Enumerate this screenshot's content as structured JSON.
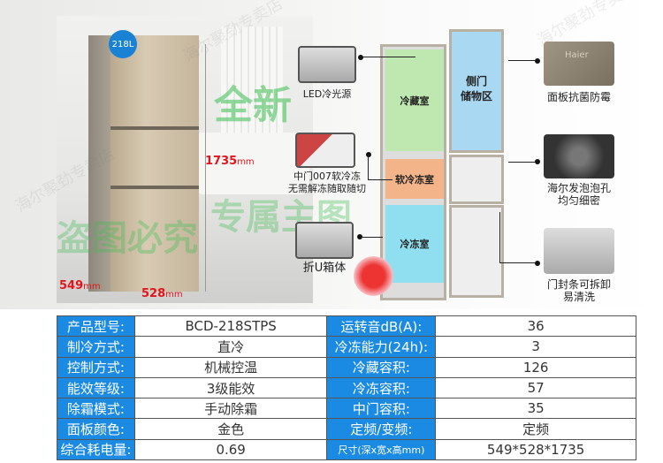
{
  "product": {
    "capacity_badge": "218L",
    "height": "1735",
    "height_unit": "mm",
    "depth": "549",
    "depth_unit": "mm",
    "width": "528",
    "width_unit": "mm"
  },
  "watermarks": {
    "store": "海尔聚劲专卖店",
    "green1": "全新",
    "green2": "专属主图",
    "green3": "盗图必究"
  },
  "features": {
    "led": "LED冷光源",
    "middle_door": [
      "中门007软冷冻",
      "无需解冻随取随切"
    ],
    "u_box": "折U箱体",
    "panel": "面板抗菌防霉",
    "foam": [
      "海尔发泡泡孔",
      "均匀细密"
    ],
    "seal": [
      "门封条可拆卸",
      "易清洗"
    ],
    "brand_logo": "Haier"
  },
  "zones": {
    "fridge": "冷藏室",
    "side_door": [
      "侧门",
      "储物区"
    ],
    "soft_freeze": "软冷冻室",
    "freezer": "冷冻室"
  },
  "specs": [
    {
      "l1": "产品型号:",
      "v1": "BCD-218STPS",
      "l2": "运转音dB(A):",
      "v2": "36"
    },
    {
      "l1": "制冷方式:",
      "v1": "直冷",
      "l2": "冷冻能力(24h):",
      "v2": "3"
    },
    {
      "l1": "控制方式:",
      "v1": "机械控温",
      "l2": "冷藏容积:",
      "v2": "126"
    },
    {
      "l1": "能效等级:",
      "v1": "3级能效",
      "l2": "冷冻容积:",
      "v2": "57"
    },
    {
      "l1": "除霜模式:",
      "v1": "手动除霜",
      "l2": "中门容积:",
      "v2": "35"
    },
    {
      "l1": "面板颜色:",
      "v1": "金色",
      "l2": "定频/变频:",
      "v2": "定频"
    },
    {
      "l1": "综合耗电量:",
      "v1": "0.69",
      "l2": "尺寸(深x宽x高mm)",
      "v2": "549*528*1735"
    }
  ]
}
